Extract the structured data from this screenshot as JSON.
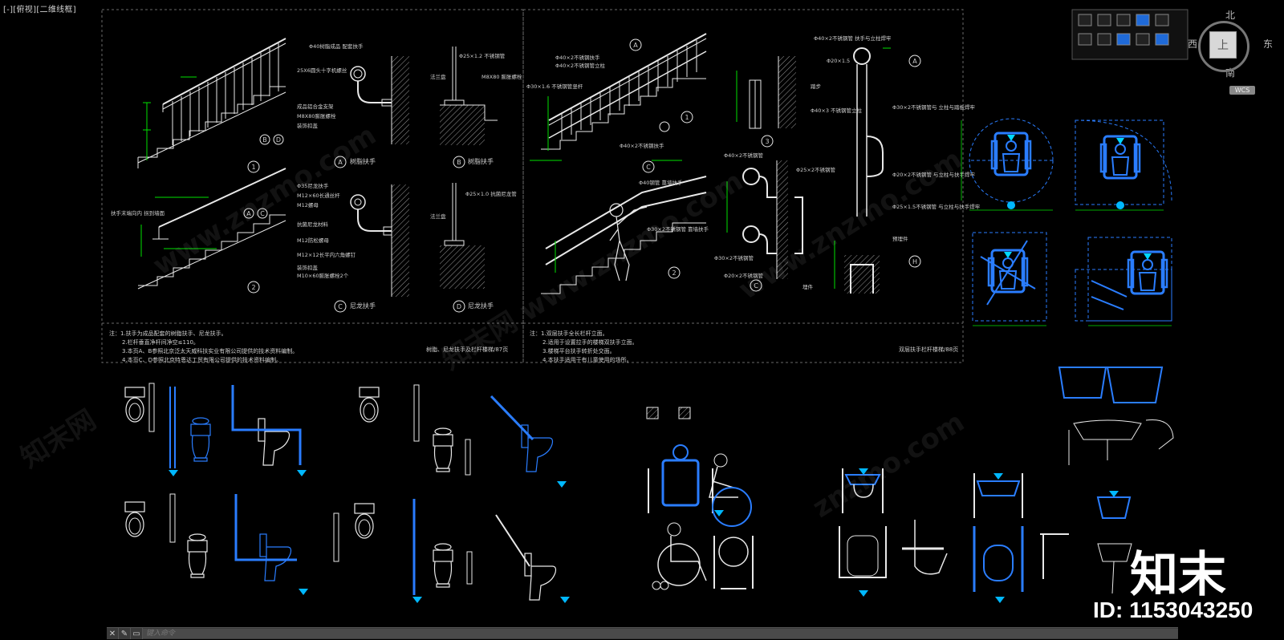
{
  "viewport": {
    "label": "[-][俯视][二维线框]"
  },
  "navcube": {
    "north": "北",
    "south": "南",
    "west": "西",
    "east": "东",
    "face": "上",
    "wcs": "WCS"
  },
  "sheet1": {
    "circle_labels": [
      "A",
      "B",
      "C",
      "D"
    ],
    "captions": {
      "a": "树脂扶手",
      "b": "树脂扶手",
      "c": "尼龙扶手",
      "d": "尼龙扶手"
    },
    "callouts": [
      "Φ40树脂成品 配套扶手",
      "25X6圆头十字机螺丝",
      "成品铝合金支架",
      "M8X80膨胀螺栓",
      "装饰扣盖",
      "Φ25×1.2 不锈钢管",
      "法兰盘",
      "M8X80 膨胀螺栓",
      "Φ35尼龙扶手",
      "M12×60长通丝杆",
      "M12螺母",
      "抗菌尼龙材料",
      "M12防松螺母",
      "M12×12长平内六角螺钉",
      "装饰扣盖",
      "M10×60膨胀螺栓2个",
      "Φ25×1.0 抗菌尼龙管",
      "法兰盘",
      "扶手末端向内 拐到墙面"
    ],
    "notes": [
      "注：1.扶手为成品配套的树脂扶手、尼龙扶手。",
      "2.栏杆垂直净杆间净空≤110。",
      "3.本页A、B参照北京泛太天威科扶实业有限公司提供的技术资料编制。",
      "4.本页C、D参照北京特恩达工贸有限公司提供的技术资料编制。"
    ],
    "page_title": "树脂、尼龙扶手及栏杆楼梯/87页"
  },
  "sheet2": {
    "callouts": [
      "Φ40×2不锈钢扶手",
      "Φ40×2不锈钢管立柱",
      "Φ30×1.6 不锈钢管竖杆",
      "Φ40×2不锈钢扶手",
      "Φ40钢管 靠墙扶手",
      "Φ30×2不锈钢管 靠墙扶手",
      "Φ40×2不锈钢管",
      "Φ25×2不锈钢管",
      "Φ30×2不锈钢管",
      "Φ20×2不锈钢管",
      "Φ40×2不锈钢管 扶手与立柱焊牢",
      "Φ20×1.5",
      "Φ40×3 不锈钢管立柱",
      "Φ30×2不锈钢管与 立柱与踏板焊牢",
      "Φ20×2不锈钢管 与立柱与扶手焊牢",
      "Φ25×1.5不锈钢管 与立柱与扶手焊牢",
      "预埋件",
      "踏步",
      "埋件"
    ],
    "notes": [
      "注：1.双层扶手全长栏杆立面。",
      "2.适用于设置拉手的楼梯双扶手立面。",
      "3.楼梯平台扶手转折处交面。",
      "4.本扶手适用于有儿童使用的场所。"
    ],
    "page_title": "双层扶手栏杆楼梯/88页"
  },
  "command": {
    "placeholder": "键入命令"
  },
  "watermarks": [
    "www.znzmo.com",
    "知末网 www.znzmo.com",
    "www.znzmo.com",
    "知末网",
    "znzmo.com"
  ],
  "brand": {
    "logo_text": "知末",
    "asset_id": "ID: 1153043250"
  },
  "colors": {
    "background": "#000000",
    "line_white": "#e8e8e8",
    "dimension_green": "#00e000",
    "hatch_gray": "#9a9a9a",
    "accent_blue": "#2a7dff",
    "accent_cyan": "#00d8ff",
    "frame_dash": "#6a6a6a"
  }
}
